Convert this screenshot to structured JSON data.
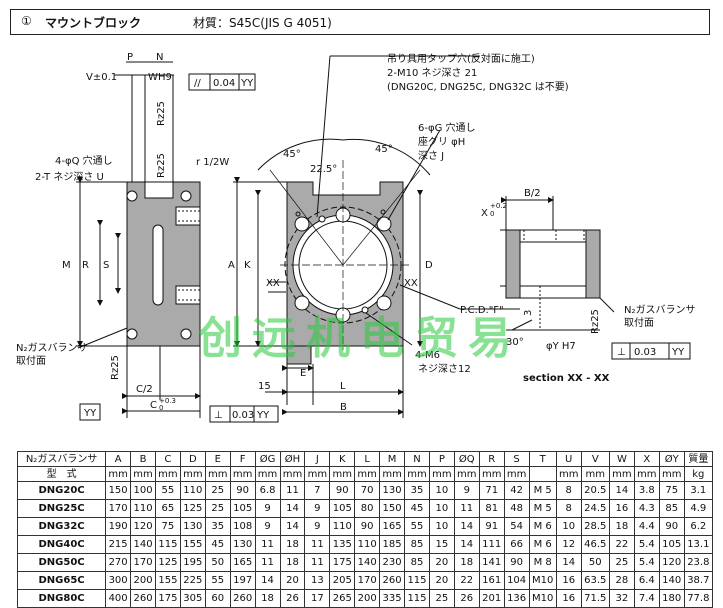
{
  "title": {
    "num": "①",
    "name": "マウントブロック",
    "material": "材質：S45C(JIS G 4051)"
  },
  "labels": {
    "p": "P",
    "n": "N",
    "v": "V±0.1",
    "w": "W",
    "h9": "H9",
    "parallel_sym": "//",
    "par_val": "0.04",
    "yy": "YY",
    "rz25": "Rz25",
    "r12w": "r 1/2W",
    "q_hole": "4-φQ 穴通し",
    "t_tap": "2-T ネジ深さ U",
    "m": "M",
    "r": "R",
    "s": "S",
    "a": "A",
    "k": "K",
    "d": "D",
    "xx": "XX",
    "ang45a": "45°",
    "ang225": "22.5°",
    "ang45b": "45°",
    "lift_tap_1": "吊り具用タップ穴(反対面に施工)",
    "lift_tap_2": "2-M10 ネジ深さ 21",
    "lift_tap_3": "(DNG20C, DNG25C, DNG32C は不要)",
    "g_hole_1": "6-φG 穴通し",
    "g_hole_2": "座グリ φH",
    "g_hole_3": "深さ J",
    "pcd": "P.C.D.\"F\"",
    "m6": "4-M6",
    "m6_depth": "ネジ深さ12",
    "b2": "B/2",
    "x_tol": "X",
    "x_tol_up": "+0.2",
    "x_tol_lo": "0",
    "three": "3",
    "gas_r_1": "N₂ガスバランサ",
    "gas_r_2": "取付面",
    "gas_l_1": "N₂ガスバランサ",
    "gas_l_2": "取付面",
    "phi_y": "φY H7",
    "thirty": "30°",
    "perp_sym": "⊥",
    "perp_val_r": "0.03",
    "section": "section XX - XX",
    "c2": "C/2",
    "c": "C",
    "c_up": "+0.3",
    "c_lo": "0",
    "perp_val_l": "0.03",
    "e": "E",
    "fifteen": "15",
    "l": "L",
    "b": "B"
  },
  "watermark": "创远机电贸易",
  "table": {
    "head_left_1": "N₂ガスバランサ",
    "head_left_2": "型　式",
    "columns": [
      "A",
      "B",
      "C",
      "D",
      "E",
      "F",
      "ØG",
      "ØH",
      "J",
      "K",
      "L",
      "M",
      "N",
      "P",
      "ØQ",
      "R",
      "S",
      "T",
      "U",
      "V",
      "W",
      "X",
      "ØY",
      "質量"
    ],
    "units": [
      "mm",
      "mm",
      "mm",
      "mm",
      "mm",
      "mm",
      "mm",
      "mm",
      "mm",
      "mm",
      "mm",
      "mm",
      "mm",
      "mm",
      "mm",
      "mm",
      "mm",
      "",
      "mm",
      "mm",
      "mm",
      "mm",
      "mm",
      "kg"
    ],
    "rows": [
      {
        "model": "DNG20C",
        "cells": [
          "150",
          "100",
          "55",
          "110",
          "25",
          "90",
          "6.8",
          "11",
          "7",
          "90",
          "70",
          "130",
          "35",
          "10",
          "9",
          "71",
          "42",
          "M 5",
          "8",
          "20.5",
          "14",
          "3.8",
          "75",
          "3.1"
        ]
      },
      {
        "model": "DNG25C",
        "cells": [
          "170",
          "110",
          "65",
          "125",
          "25",
          "105",
          "9",
          "14",
          "9",
          "105",
          "80",
          "150",
          "45",
          "10",
          "11",
          "81",
          "48",
          "M 5",
          "8",
          "24.5",
          "16",
          "4.3",
          "85",
          "4.9"
        ]
      },
      {
        "model": "DNG32C",
        "cells": [
          "190",
          "120",
          "75",
          "130",
          "35",
          "108",
          "9",
          "14",
          "9",
          "110",
          "90",
          "165",
          "55",
          "10",
          "14",
          "91",
          "54",
          "M 6",
          "10",
          "28.5",
          "18",
          "4.4",
          "90",
          "6.2"
        ]
      },
      {
        "model": "DNG40C",
        "cells": [
          "215",
          "140",
          "115",
          "155",
          "45",
          "130",
          "11",
          "18",
          "11",
          "135",
          "110",
          "185",
          "85",
          "15",
          "14",
          "111",
          "66",
          "M 6",
          "12",
          "46.5",
          "22",
          "5.4",
          "105",
          "13.1"
        ]
      },
      {
        "model": "DNG50C",
        "cells": [
          "270",
          "170",
          "125",
          "195",
          "50",
          "165",
          "11",
          "18",
          "11",
          "175",
          "140",
          "230",
          "85",
          "20",
          "18",
          "141",
          "90",
          "M 8",
          "14",
          "50",
          "25",
          "5.4",
          "120",
          "23.8"
        ]
      },
      {
        "model": "DNG65C",
        "cells": [
          "300",
          "200",
          "155",
          "225",
          "55",
          "197",
          "14",
          "20",
          "13",
          "205",
          "170",
          "260",
          "115",
          "20",
          "22",
          "161",
          "104",
          "M10",
          "16",
          "63.5",
          "28",
          "6.4",
          "140",
          "38.7"
        ]
      },
      {
        "model": "DNG80C",
        "cells": [
          "400",
          "260",
          "175",
          "305",
          "60",
          "260",
          "18",
          "26",
          "17",
          "265",
          "200",
          "335",
          "115",
          "25",
          "26",
          "201",
          "136",
          "M10",
          "16",
          "71.5",
          "32",
          "7.4",
          "180",
          "77.8"
        ]
      }
    ]
  }
}
